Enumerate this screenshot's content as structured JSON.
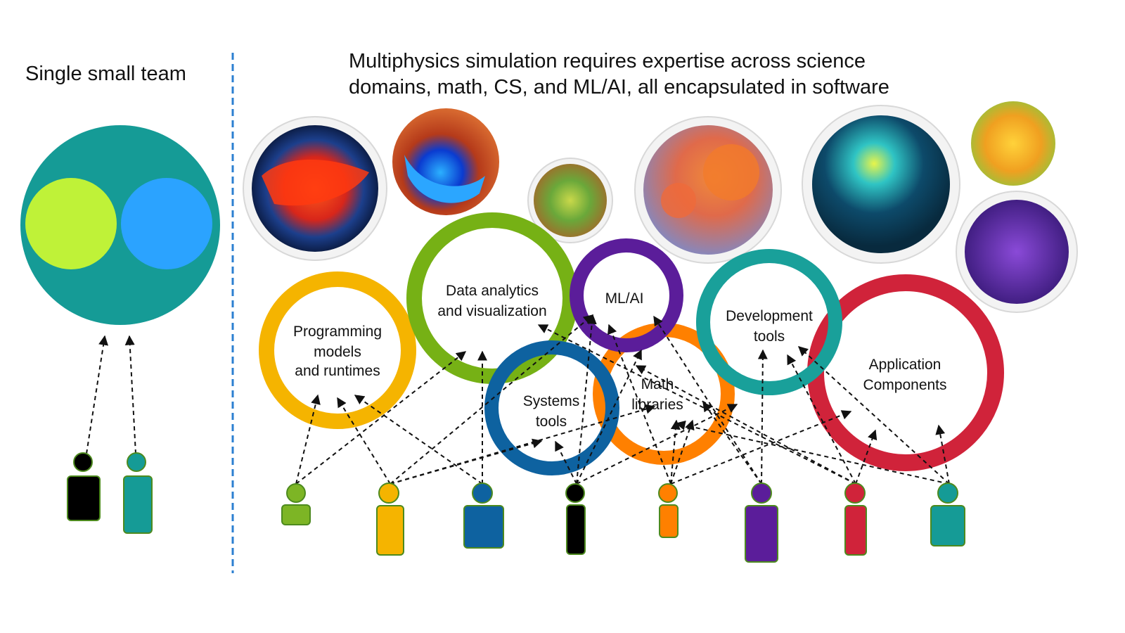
{
  "left_panel": {
    "title": "Single small team"
  },
  "right_panel": {
    "title_line1": "Multiphysics simulation requires expertise across science",
    "title_line2": "domains, math, CS, and ML/AI, all encapsulated in software"
  },
  "circles": {
    "programming": {
      "lines": [
        "Programming",
        "models",
        "and runtimes"
      ],
      "color": "#f5b400"
    },
    "data_analytics": {
      "lines": [
        "Data analytics",
        "and visualization"
      ],
      "color": "#76b115"
    },
    "systems": {
      "lines": [
        "Systems",
        "tools"
      ],
      "color": "#0e62a0"
    },
    "ml_ai": {
      "lines": [
        "ML/AI"
      ],
      "color": "#5b1d9a"
    },
    "math": {
      "lines": [
        "Math",
        "libraries"
      ],
      "color": "#ff8000"
    },
    "development": {
      "lines": [
        "Development",
        "tools"
      ],
      "color": "#19a09a"
    },
    "application": {
      "lines": [
        "Application",
        "Components"
      ],
      "color": "#d0233a"
    }
  },
  "colors": {
    "team_circle": "#159b96",
    "member_lime": "#bff238",
    "member_blue": "#2ba3ff",
    "divider": "#2b7fd1",
    "person_outline": "#4d8a1e"
  },
  "people_colors": [
    "#7db525",
    "#f5b400",
    "#0e62a0",
    "#000000",
    "#ff8000",
    "#5b1d9a",
    "#d0233a",
    "#159b96"
  ]
}
